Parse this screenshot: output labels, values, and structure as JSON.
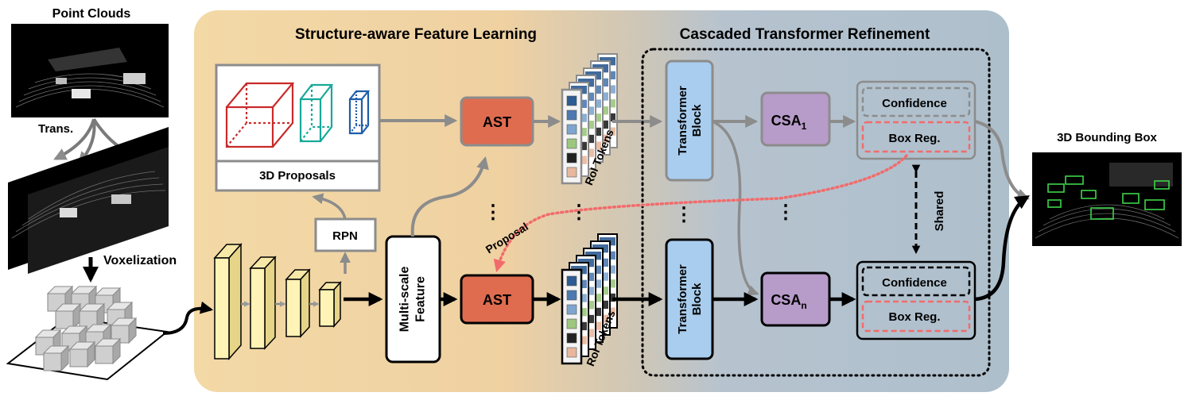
{
  "left": {
    "point_clouds": "Point Clouds",
    "trans": "Trans.",
    "voxelization": "Voxelization"
  },
  "sections": {
    "feature_learning": "Structure-aware Feature Learning",
    "refinement": "Cascaded Transformer Refinement"
  },
  "labels": {
    "proposals": "3D Proposals",
    "rpn": "RPN",
    "multiscale_1": "Multi-scale",
    "multiscale_2": "Feature",
    "ast": "AST",
    "roi_tokens": "RoI Tokens",
    "transformer_1": "Transformer",
    "transformer_2": "Block",
    "csa": "CSA",
    "csa_sub_1": "1",
    "csa_sub_n": "n",
    "confidence": "Confidence",
    "box_reg": "Box Reg.",
    "shared": "Shared",
    "proposal": "Proposal",
    "ellipsis": "⋮",
    "output": "3D Bounding Box"
  },
  "colors": {
    "feature_bg": "#f3d9a6",
    "refine_bg": "#b4c3cf",
    "ast_fill": "#e06c50",
    "transformer_fill": "#a9cdee",
    "csa_fill": "#b79bc9",
    "voxel_block": "#fff3b5",
    "proposal_red": "#c92a2a",
    "proposal_teal": "#17a99a",
    "proposal_blue": "#1f5ea8",
    "proposal_arrow": "#f26b6b",
    "token_colors": [
      "#2e5b91",
      "#4c79b0",
      "#7fa5cf",
      "#9cc77e",
      "#222222",
      "#e8b79d"
    ]
  }
}
